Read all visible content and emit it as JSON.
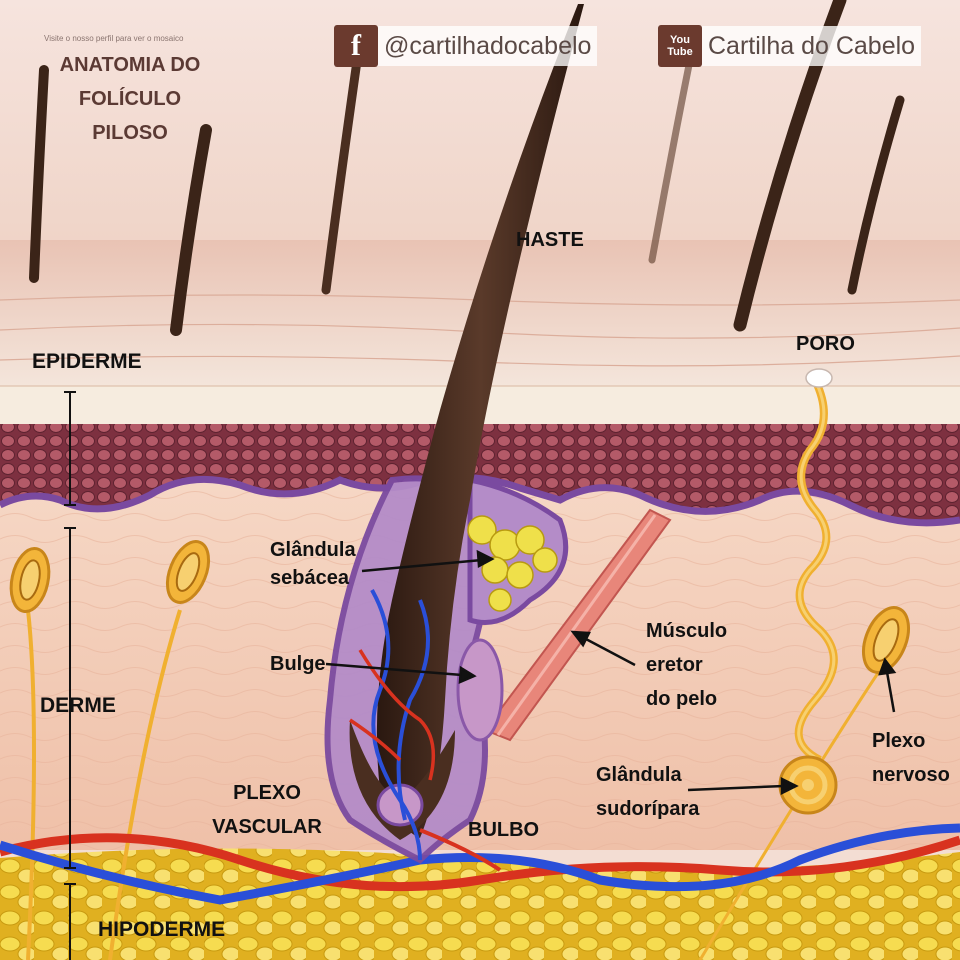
{
  "header": {
    "small_note": "Visite o nosso perfil para ver o mosaico",
    "title_lines": [
      "ANATOMIA DO",
      "FOLÍCULO",
      "PILOSO"
    ]
  },
  "social": {
    "facebook_handle": "@cartilhadocabelo",
    "youtube_channel": "Cartilha do Cabelo",
    "youtube_icon_top": "You",
    "youtube_icon_bottom": "Tube",
    "facebook_icon": "f"
  },
  "layers": {
    "epiderme": "EPIDERME",
    "derme": "DERME",
    "hipoderme": "HIPODERME"
  },
  "labels": {
    "haste": "HASTE",
    "poro": "PORO",
    "glandula_sebacea": [
      "Glândula",
      "sebácea"
    ],
    "bulge": "Bulge",
    "musculo": [
      "Músculo",
      "eretor",
      "do pelo"
    ],
    "plexo_nervoso": [
      "Plexo",
      "nervoso"
    ],
    "plexo_vascular": [
      "PLEXO",
      "VASCULAR"
    ],
    "glandula_sudoripara": [
      "Glândula",
      "sudorípara"
    ],
    "bulbo": "BULBO"
  },
  "colors": {
    "epidermis": "#8c3d4a",
    "dermis": "#f2cdb8",
    "fat": "#f2d234",
    "artery": "#d8321f",
    "vein": "#2a4fd8",
    "hair": "#3b2418",
    "sweat_gland": "#f5b33a",
    "brand": "#6b3a2e"
  }
}
